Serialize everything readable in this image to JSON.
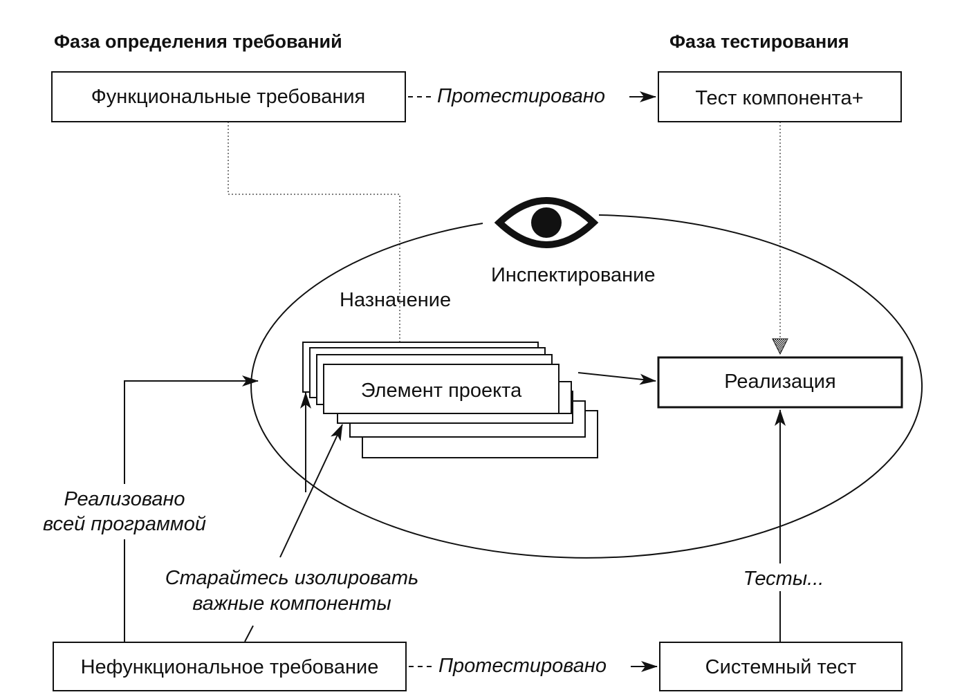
{
  "headers": {
    "requirements_phase": "Фаза определения требований",
    "testing_phase": "Фаза тестирования"
  },
  "nodes": {
    "functional_requirements": "Функциональные требования",
    "component_test": "Тест компонента+",
    "design_element": "Элемент проекта",
    "implementation": "Реализация",
    "nonfunctional_requirement": "Нефункциональное требование",
    "system_test": "Системный тест"
  },
  "labels": {
    "tested_top": "Протестировано",
    "tested_bottom": "Протестировано",
    "inspection": "Инспектирование",
    "assignment": "Назначение",
    "implemented_line1": "Реализовано",
    "implemented_line2": "всей программой",
    "isolate_line1": "Старайтесь изолировать",
    "isolate_line2": "важные компоненты",
    "tests": "Тесты..."
  },
  "icons": {
    "inspection": "eye-icon"
  }
}
